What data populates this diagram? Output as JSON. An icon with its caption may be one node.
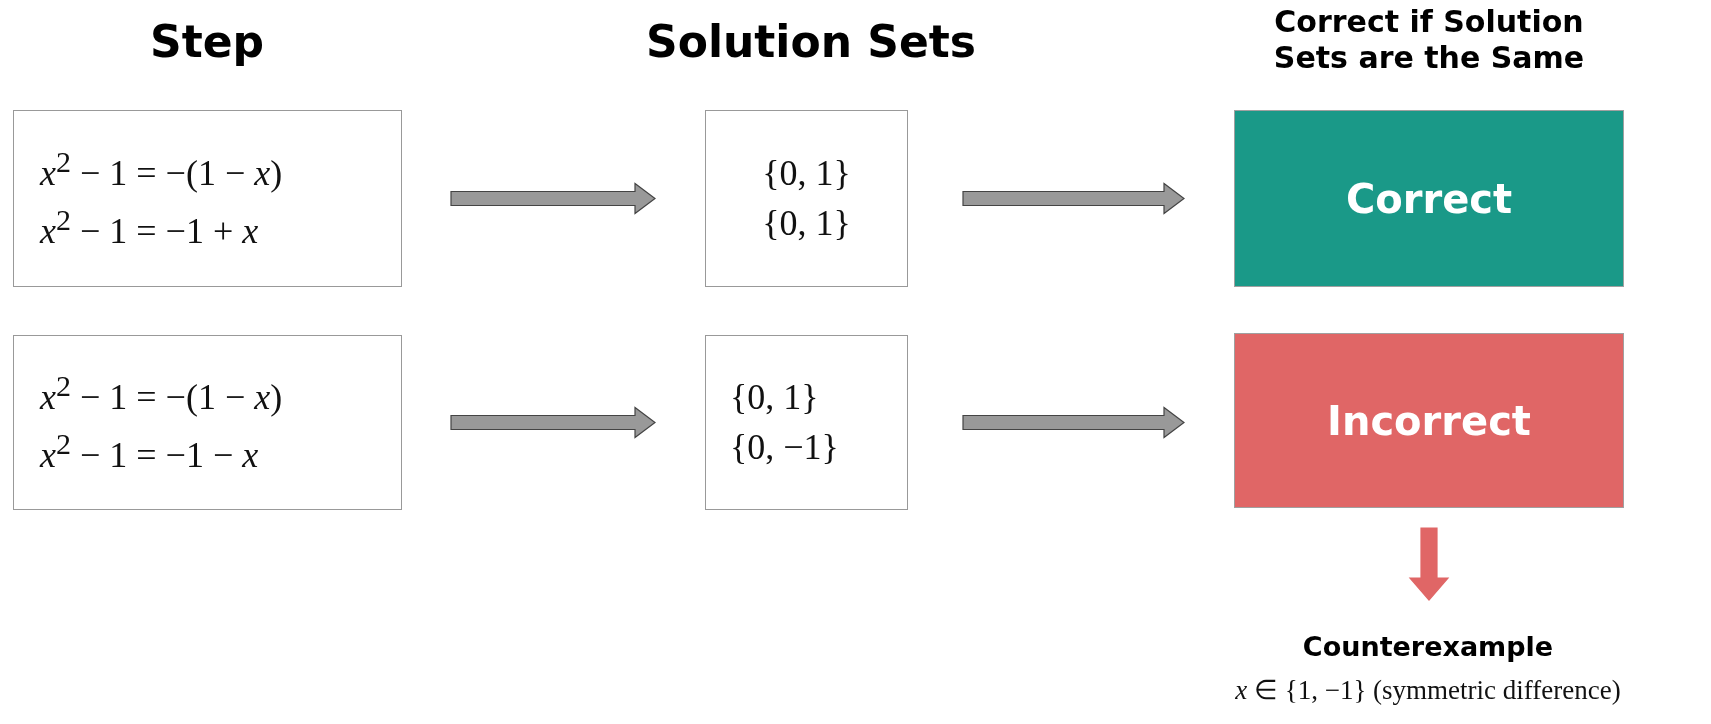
{
  "diagram": {
    "nodes": [
      {
        "text": [
          "*x*$^{2}$ − 1 = −(1 − *x*)",
          "*x*$^{2}$ − 1 = −1 + *x*"
        ]
      },
      {
        "text": [
          "{0, 1}",
          "{0, 1}"
        ]
      },
      {
        "text": [
          "Correct"
        ]
      },
      {
        "text": [
          "*x*$^{2}$ − 1 = −(1 − *x*)",
          "*x*$^{2}$ − 1 = −1 − *x*"
        ]
      },
      {
        "text": [
          "{0, 1}",
          "{0, −1}"
        ]
      },
      {
        "text": [
          "Incorrect"
        ]
      },
      {
        "text": [
          "Counterexample",
          "*x* ∈ {1, −1} (symmetric difference)"
        ]
      }
    ],
    "edges": [
      {
        "from": 0,
        "to": 1,
        "arrow": "to"
      },
      {
        "from": 1,
        "to": 2,
        "arrow": "to"
      },
      {
        "from": 3,
        "to": 4,
        "arrow": "to"
      },
      {
        "from": 4,
        "to": 5,
        "arrow": "to"
      },
      {
        "from": 5,
        "to": 6,
        "arrow": "to",
        "color": "#e06666"
      }
    ],
    "labels": [
      "Step",
      "Solution Sets",
      "Correct if Solution Sets are the Same"
    ]
  }
}
